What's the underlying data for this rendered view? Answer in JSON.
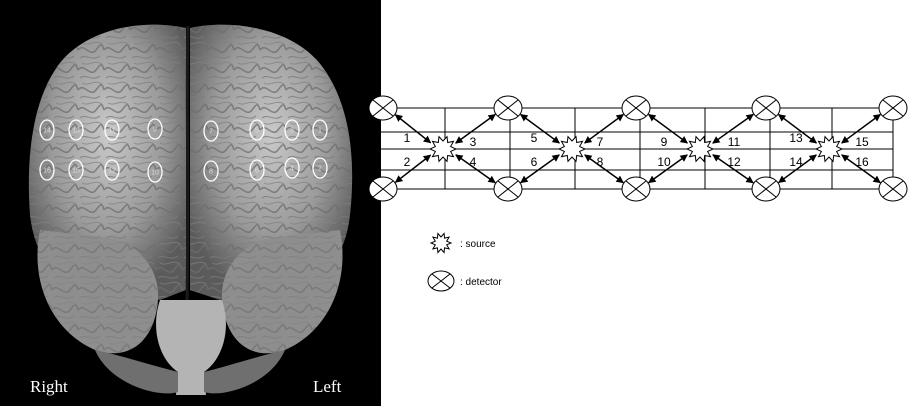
{
  "photo": {
    "left_label": "Right",
    "right_label": "Left",
    "top_row_channels": [
      "14",
      "13",
      "11",
      "9",
      "7",
      "5",
      "3",
      "1"
    ],
    "bottom_row_channels": [
      "16",
      "15",
      "12",
      "10",
      "8",
      "6",
      "4",
      "2"
    ]
  },
  "diagram": {
    "channel_labels": [
      "1",
      "2",
      "3",
      "4",
      "5",
      "6",
      "7",
      "8",
      "9",
      "10",
      "11",
      "12",
      "13",
      "14",
      "15",
      "16"
    ]
  },
  "legend": {
    "source_label": ": source",
    "detector_label": ": detector",
    "source_icon": "starburst-icon",
    "detector_icon": "circle-x-icon"
  }
}
